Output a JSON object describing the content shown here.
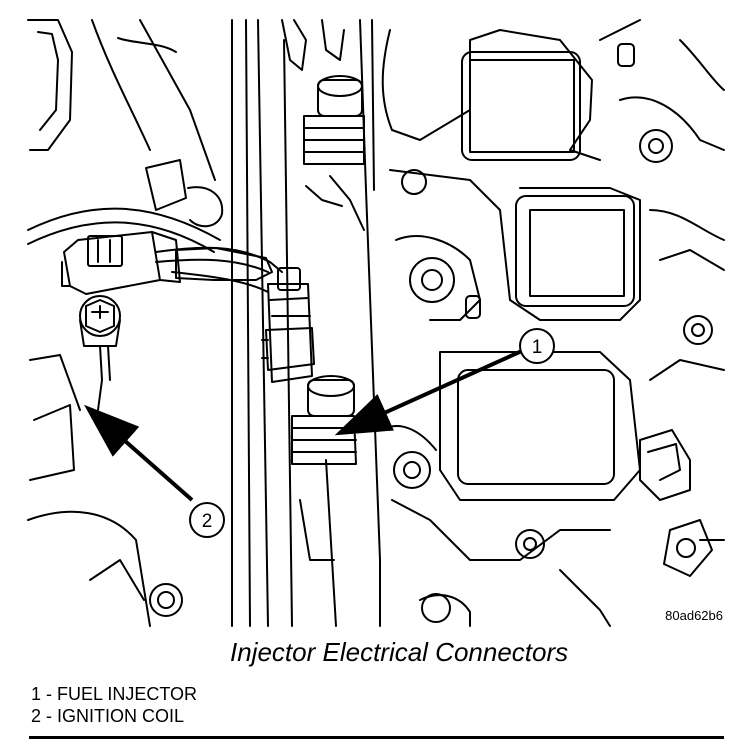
{
  "figure": {
    "code": "80ad62b6",
    "caption": "Injector Electrical Connectors"
  },
  "callouts": [
    {
      "number": "1"
    },
    {
      "number": "2"
    }
  ],
  "legend": [
    "1 - FUEL INJECTOR",
    "2 - IGNITION COIL"
  ]
}
